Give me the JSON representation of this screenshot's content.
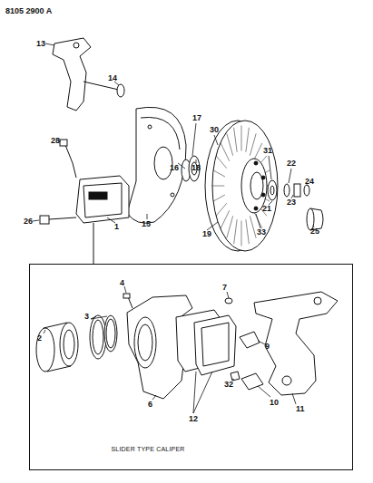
{
  "diagram": {
    "nodes": [
      {
        "text": [
          "SLIDER TYPE CALIPER"
        ]
      }
    ],
    "labels": [
      "8105 2900 A",
      "13",
      "14",
      "17",
      "30",
      "28",
      "16",
      "18",
      "31",
      "22",
      "24",
      "26",
      "1",
      "15",
      "19",
      "33",
      "21",
      "23",
      "25",
      "4",
      "2",
      "3",
      "6",
      "7",
      "12",
      "9",
      "32",
      "10",
      "11"
    ]
  }
}
